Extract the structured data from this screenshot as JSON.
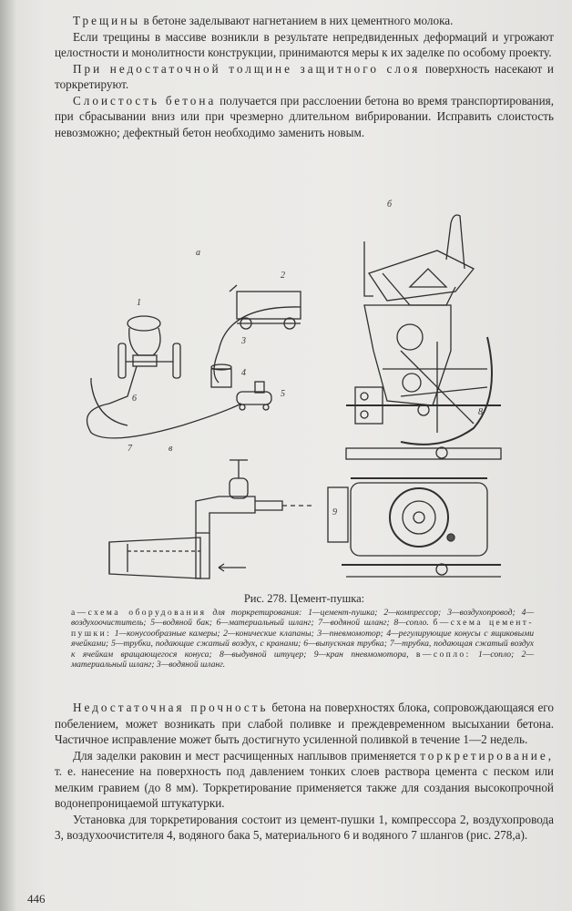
{
  "top_text": {
    "p1_spaced": "Трещины",
    "p1_rest": " в бетоне заделывают нагнетанием в них цементного молока.",
    "p2": "Если трещины в массиве возникли в результате непредвиденных деформаций и угрожают целостности и монолитности конструкции, принимаются меры к их заделке по особому проекту.",
    "p3_spaced": "При недостаточной толщине защитного слоя",
    "p3_rest": " поверхность насекают и торкретируют.",
    "p4_spaced": "Слоистость бетона",
    "p4_rest": " получается при расслоении бетона во время транспортирования, при сбрасывании вниз или при чрезмерно длительном вибрировании. Исправить слоистость невозможно; дефектный бетон необходимо заменить новым."
  },
  "figure": {
    "panel_labels": [
      "а",
      "б",
      "в"
    ],
    "numbers": [
      "1",
      "2",
      "3",
      "4",
      "5",
      "6",
      "7",
      "8",
      "9"
    ],
    "title": "Рис. 278. Цемент-пушка:",
    "caption_a_spaced": "а—схема оборудования",
    "caption_a_rest": " для торкретирования: 1—цемент-пушка; 2—компрессор; 3—воздухопровод; 4—воздухоочиститель; 5—водяной бак; 6—материальный шланг; 7—водяной шланг; 8—сопло.",
    "caption_b_spaced": "б—схема цемент-пушки:",
    "caption_b_rest": " 1—конусообразные камеры; 2—конические клапаны; 3—пневмомотор; 4—регулирующие конусы с ящиковыми ячейками; 5—трубки, подающие сжатый воздух, с кранами; 6—выпускная трубка; 7—трубка, подающая сжатый воздух к ячейкам вращающегося конуса; 8—выдувной штуцер; 9—кран пневмомотора,",
    "caption_c_spaced": "в—сопло:",
    "caption_c_rest": " 1—сопло; 2—материальный шланг; 3—водяной шланг."
  },
  "bottom_text": {
    "p5_spaced": "Недостаточная прочность",
    "p5_rest": " бетона на поверхностях блока, сопровождающаяся его побелением, может возникать при слабой поливке и преждевременном высыхании бетона. Частичное исправление может быть достигнуто усиленной поливкой в течение 1—2 недель.",
    "p6_start": "Для заделки раковин и мест расчищенных наплывов применяется ",
    "p6_spaced": "торкретирование,",
    "p6_rest": " т. е. нанесение на поверхность под давлением тонких слоев раствора цемента с песком или мелким гравием (до 8 мм). Торкретирование применяется также для создания высокопрочной водонепроницаемой штукатурки.",
    "p7": "Установка для торкретирования состоит из цемент-пушки 1, компрессора 2, воздухопровода 3, воздухоочистителя 4, водяного бака 5, материального 6 и водяного 7 шлангов (рис. 278,а)."
  },
  "page_number": "446"
}
